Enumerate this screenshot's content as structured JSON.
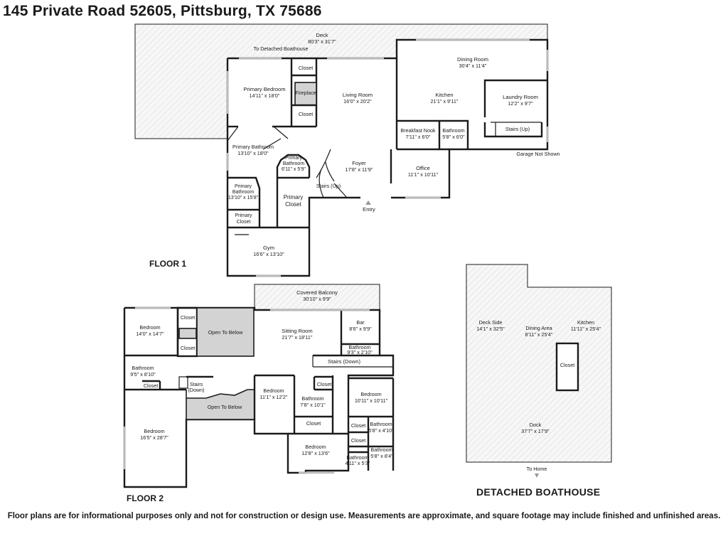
{
  "title": "145 Private Road 52605, Pittsburg, TX 75686",
  "footer": "Floor plans are for informational purposes only and not for construction or design use. Measurements are approximate, and square footage may include finished and unfinished areas.",
  "floor1": {
    "label": "FLOOR 1",
    "deck": {
      "name": "Deck",
      "dim": "80'3\" x 31'7\""
    },
    "to_boathouse": "To Detached Boathouse",
    "primary_bedroom": {
      "name": "Primary Bedroom",
      "dim": "14'11\" x 18'0\""
    },
    "closet_a": "Closet",
    "fireplace": "Fireplace",
    "closet_b": "Closet",
    "living_room": {
      "name": "Living Room",
      "dim": "16'0\" x 20'2\""
    },
    "dining_room": {
      "name": "Dining Room",
      "dim": "30'4\" x 11'4\""
    },
    "kitchen": {
      "name": "Kitchen",
      "dim": "21'1\" x 9'11\""
    },
    "laundry": {
      "name": "Laundry Room",
      "dim": "12'2\" x 9'7\""
    },
    "stairs_up_right": "Stairs (Up)",
    "breakfast_nook": {
      "name": "Breakfast Nook",
      "dim": "7'11\" x 6'0\""
    },
    "bathroom_small": {
      "name": "Bathroom",
      "dim": "5'8\" x 6'0\""
    },
    "garage_note": "Garage Not Shown",
    "primary_bath_main": {
      "name": "Primary Bathroom",
      "dim": "13'10\" x 18'0\""
    },
    "primary_bath_mid": {
      "name": "Primary\nBathroom",
      "dim": "6'11\" x 5'9\""
    },
    "foyer": {
      "name": "Foyer",
      "dim": "17'8\" x 11'9\""
    },
    "office": {
      "name": "Office",
      "dim": "11'1\" x 10'11\""
    },
    "primary_bath_left": {
      "name": "Primary\nBathroom",
      "dim": "13'10\" x 15'8\""
    },
    "primary_closet_big": "Primary\nCloset",
    "stairs_up_foyer": "Stairs (Up)",
    "entry": "Entry",
    "primary_closet_small": "Primary\nCloset",
    "gym": {
      "name": "Gym",
      "dim": "16'6\" x 13'10\""
    }
  },
  "floor2": {
    "label": "FLOOR 2",
    "covered_balcony": {
      "name": "Covered Balcony",
      "dim": "30'10\" x 9'9\""
    },
    "bedroom_a": {
      "name": "Bedroom",
      "dim": "14'0\" x 14'7\""
    },
    "closet_1": "Closet",
    "closet_2": "Closet",
    "open_below_1": "Open To Below",
    "sitting_room": {
      "name": "Sitting Room",
      "dim": "21'7\" x 18'11\""
    },
    "bar": {
      "name": "Bar",
      "dim": "8'6\" x 9'9\""
    },
    "bathroom_bar": {
      "name": "Bathroom",
      "dim": "9'3\" x 2'10\""
    },
    "stairs_down_main": "Stairs (Down)",
    "bathroom_a": {
      "name": "Bathroom",
      "dim": "9'5\" x 8'10\""
    },
    "closet_3": "Closet",
    "stairs_down_small": "Stairs\n(Down)",
    "open_below_2": "Open To Below",
    "bedroom_b": {
      "name": "Bedroom",
      "dim": "11'1\" x 12'2\""
    },
    "bathroom_b": {
      "name": "Bathroom",
      "dim": "7'8\" x 10'1\""
    },
    "closet_4": "Closet",
    "bedroom_c": {
      "name": "Bedroom",
      "dim": "10'11\" x 10'11\""
    },
    "bedroom_d": {
      "name": "Bedroom",
      "dim": "16'5\" x 28'7\""
    },
    "closet_5": "Closet",
    "closet_6": "Closet",
    "bathroom_c": {
      "name": "Bathroom",
      "dim": "5'8\" x 4'10\""
    },
    "closet_7": "Closet",
    "bedroom_e": {
      "name": "Bedroom",
      "dim": "12'8\" x 13'6\""
    },
    "bathroom_d": {
      "name": "Bathroom",
      "dim": "5'8\" x 8'4\""
    },
    "bathroom_e": {
      "name": "Bathroom",
      "dim": "4'11\" x 5'3\""
    }
  },
  "boathouse": {
    "label": "DETACHED BOATHOUSE",
    "deck_side": {
      "name": "Deck Side",
      "dim": "14'1\" x 32'5\""
    },
    "dining_area": {
      "name": "Dining Area",
      "dim": "8'11\" x 25'4\""
    },
    "kitchen": {
      "name": "Kitchen",
      "dim": "11'11\" x 25'4\""
    },
    "closet": "Closet",
    "dock": {
      "name": "Dock",
      "dim": "37'7\" x 17'9\""
    },
    "to_home": "To Home"
  }
}
